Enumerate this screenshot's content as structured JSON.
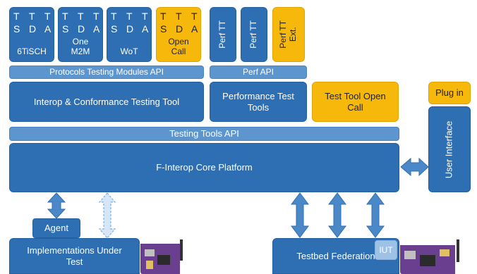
{
  "modules": [
    {
      "letters": [
        "T",
        "S",
        "T",
        "D",
        "T",
        "A"
      ],
      "name": "6TiSCH",
      "style": "dark"
    },
    {
      "letters": [
        "T",
        "S",
        "T",
        "D",
        "T",
        "A"
      ],
      "name": "One\nM2M",
      "style": "dark"
    },
    {
      "letters": [
        "T",
        "S",
        "T",
        "D",
        "T",
        "A"
      ],
      "name": "WoT",
      "style": "dark"
    },
    {
      "letters": [
        "T",
        "S",
        "T",
        "D",
        "T",
        "A"
      ],
      "name": "Open\nCall",
      "style": "gold"
    }
  ],
  "perf_modules": [
    "Perf TT",
    "Perf TT",
    "Perf TT\nExt."
  ],
  "protocols_api": "Protocols Testing Modules API",
  "perf_api": "Perf API",
  "interop_tool": "Interop & Conformance Testing Tool",
  "perf_tools": "Performance Test\nTools",
  "open_call_tool": "Test Tool Open\nCall",
  "plugin": "Plug in",
  "user_interface": "User Interface",
  "testing_tools_api": "Testing Tools API",
  "core_platform": "F-Interop Core Platform",
  "agent": "Agent",
  "implementations": "Implementations Under\nTest",
  "testbed": "Testbed Federation",
  "iut": "IUT",
  "colors": {
    "dark": "#2e6fb3",
    "light": "#5d95cf",
    "gold": "#f7b80c",
    "arrow": "#4a88c8",
    "arrow_dashed": "#9dc2e6"
  }
}
